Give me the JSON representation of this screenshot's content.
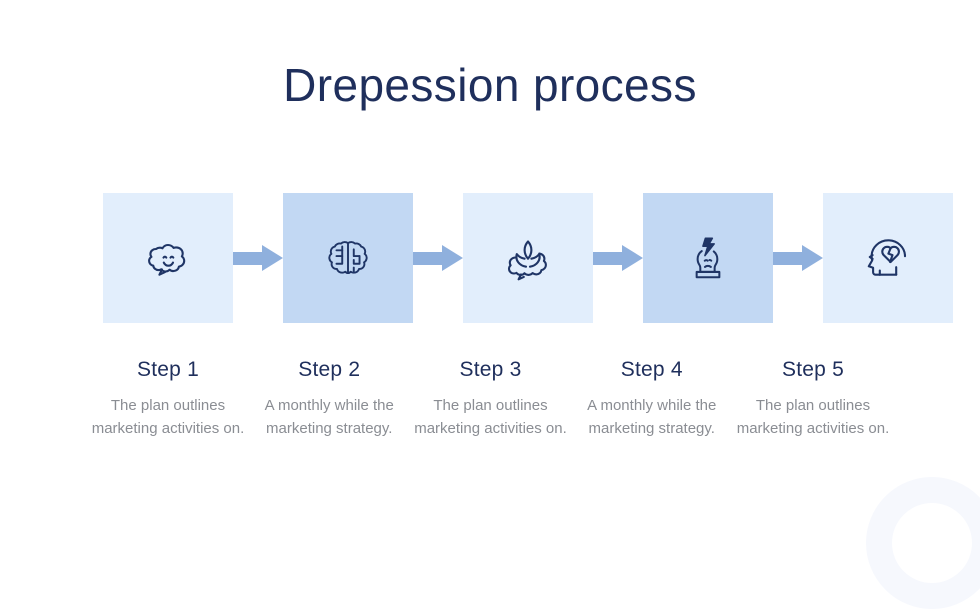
{
  "slide": {
    "title": "Drepession process",
    "title_color": "#1f2f5c",
    "background": "#ffffff"
  },
  "palette": {
    "card_light": "#e2eefc",
    "card_dark": "#c2d8f3",
    "arrow": "#8fb0dd",
    "icon_stroke": "#1f3566",
    "step_label": "#1f2f5c",
    "caption": "#8a8d93",
    "decor": "#f6f8fd"
  },
  "arrows": [
    {
      "name": "arrow-1-2"
    },
    {
      "name": "arrow-2-3"
    },
    {
      "name": "arrow-3-4"
    },
    {
      "name": "arrow-4-5"
    }
  ],
  "steps": [
    {
      "index": 1,
      "label": "Step 1",
      "description": "The plan outlines marketing activities on.",
      "icon": "smiling-brain-icon",
      "tone": "light"
    },
    {
      "index": 2,
      "label": "Step 2",
      "description": "A monthly  while the marketing strategy.",
      "icon": "maze-brain-icon",
      "tone": "dark"
    },
    {
      "index": 3,
      "label": "Step 3",
      "description": "The plan outlines marketing activities on.",
      "icon": "lotus-brain-icon",
      "tone": "light"
    },
    {
      "index": 4,
      "label": "Step 4",
      "description": "A monthly  while the marketing strategy.",
      "icon": "head-lightning-icon",
      "tone": "dark"
    },
    {
      "index": 5,
      "label": "Step 5",
      "description": "The plan outlines marketing activities on.",
      "icon": "head-broken-heart-icon",
      "tone": "light"
    }
  ]
}
